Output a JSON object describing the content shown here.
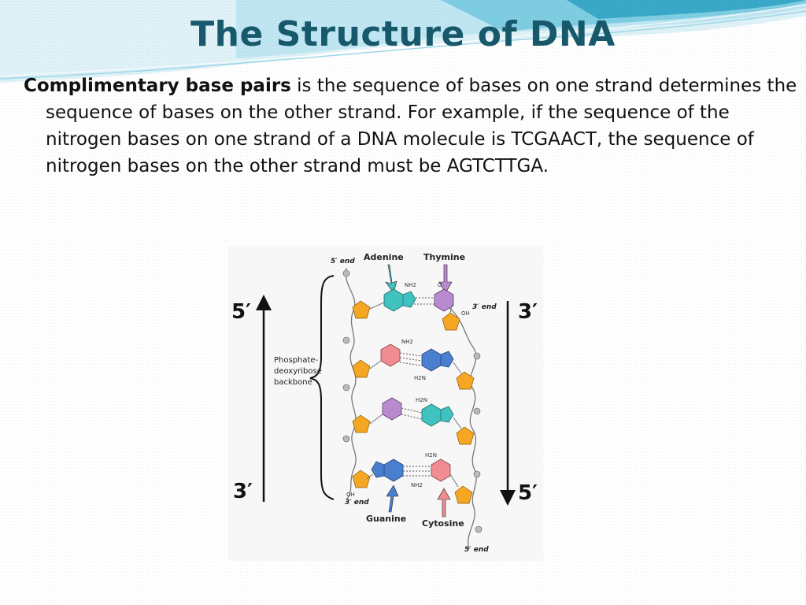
{
  "slide": {
    "title": "The Structure of DNA",
    "paragraph": {
      "bold_lead": "Complimentary base pairs",
      "rest": " is the sequence of bases on one strand determines the sequence of bases on the other strand.  For example, if the sequence of the nitrogen bases on one strand of a DNA molecule is TCGAACT, the sequence of nitrogen bases on the other strand must be AGTCTTGA."
    },
    "theme_colors": {
      "title": "#17586a",
      "wave_light": "#bfe6f2",
      "wave_mid": "#7fcde2",
      "wave_dark": "#3aa9c9"
    }
  },
  "figure": {
    "left_top_label": "5′",
    "left_bottom_label": "3′",
    "right_top_label": "3′",
    "right_bottom_label": "5′",
    "end_5_top": "5′ end",
    "end_3_right": "3′ end",
    "end_3_left": "3′ end",
    "end_5_bottom": "5′ end",
    "adenine": "Adenine",
    "thymine": "Thymine",
    "guanine": "Guanine",
    "cytosine": "Cytosine",
    "backbone_line1": "Phosphate-",
    "backbone_line2": "deoxyribose",
    "backbone_line3": "backbone",
    "chem_nh2": "NH2",
    "chem_h2n": "H2N",
    "chem_o": "O",
    "chem_oh": "OH",
    "colors": {
      "adenine": "#3fc2c0",
      "thymine": "#b98ad0",
      "guanine": "#4a7fd0",
      "cytosine": "#f08c92",
      "sugar": "#f5a623",
      "phosphate": "#aaaaaa"
    }
  }
}
